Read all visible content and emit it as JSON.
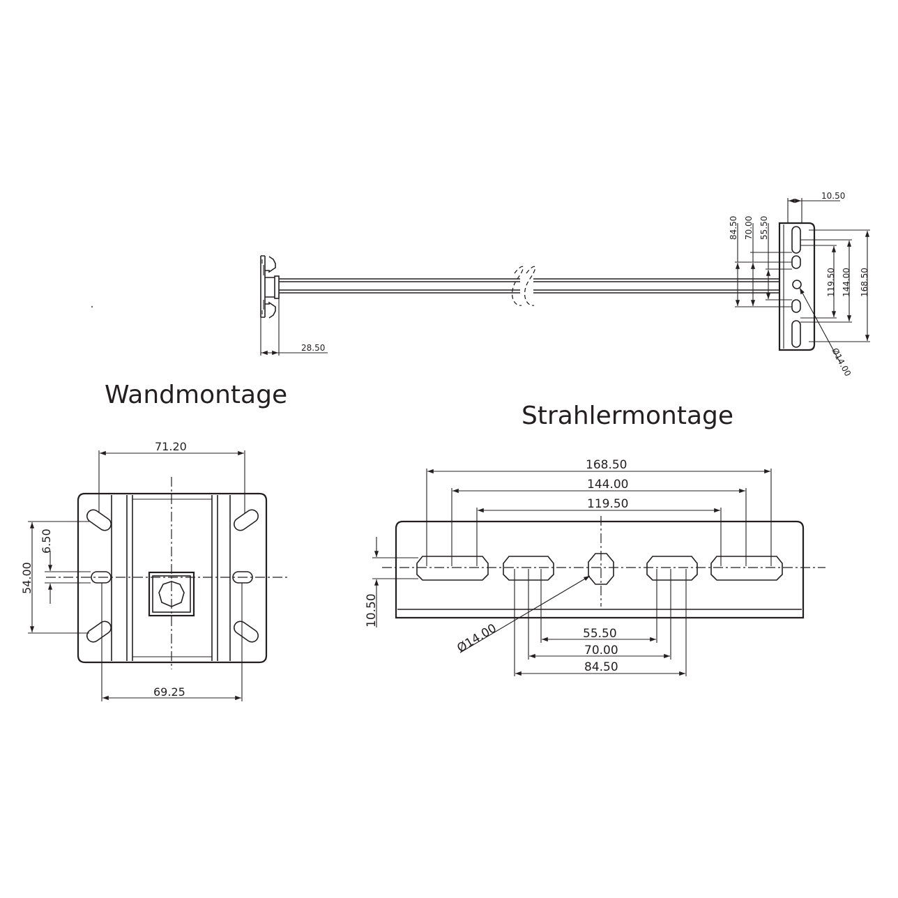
{
  "titles": {
    "wall": "Wandmontage",
    "spot": "Strahlermontage"
  },
  "top_view": {
    "dim_base": "28.50",
    "dim_top": "10.50",
    "dim_a": "84.50",
    "dim_b": "70.00",
    "dim_c": "55.50",
    "dim_d": "119.50",
    "dim_e": "144.00",
    "dim_f": "168.50",
    "dim_hole": "Ø14.00"
  },
  "wall_plate": {
    "dim_top": "71.20",
    "dim_bottom": "69.25",
    "dim_left": "54.00",
    "dim_small": "6.50"
  },
  "spot_plate": {
    "dim_outer": "168.50",
    "dim_mid": "144.00",
    "dim_inner": "119.50",
    "dim_c": "55.50",
    "dim_b": "70.00",
    "dim_a": "84.50",
    "dim_side": "10.50",
    "dim_hole": "Ø14.00"
  }
}
